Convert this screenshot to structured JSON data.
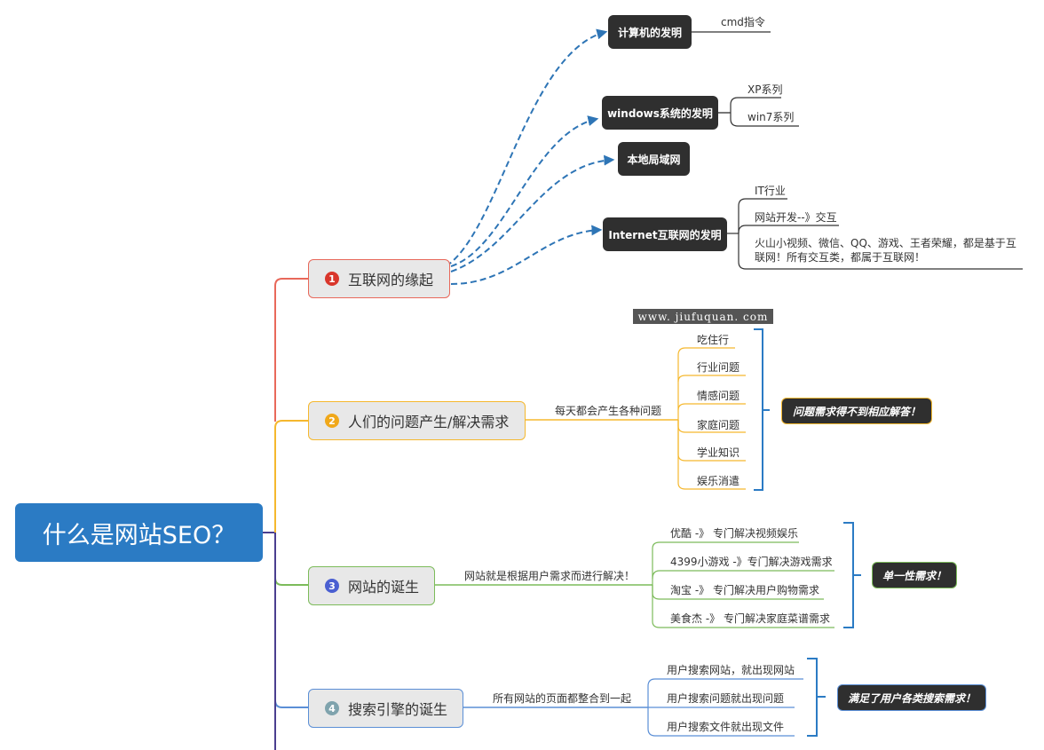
{
  "root": {
    "label": "什么是网站SEO？",
    "color": "#2b7bc4"
  },
  "colors": {
    "branch1": "#e8685a",
    "branch2": "#f5b82e",
    "branch3": "#7cbb5a",
    "branch4": "#5b8fd6",
    "spine": "#4a3f8f",
    "dashed": "#2e75b6",
    "bracket": "#2b7bc4",
    "dark_node": "#2f2f2f"
  },
  "watermark": "www. jiufuquan. com",
  "topics": [
    {
      "number": "1",
      "label": "互联网的缘起",
      "links": [
        {
          "label": "计算机的发明",
          "children": [
            "cmd指令"
          ]
        },
        {
          "label": "windows系统的发明",
          "children": [
            "XP系列",
            "win7系列"
          ]
        },
        {
          "label": "本地局域网",
          "children": []
        },
        {
          "label": "Internet互联网的发明",
          "children": [
            "IT行业",
            "网站开发--》交互",
            "火山小视频、微信、QQ、游戏、王者荣耀，都是基于互联网！所有交互类，都属于互联网！"
          ]
        }
      ]
    },
    {
      "number": "2",
      "label": "人们的问题产生/解决需求",
      "connector": "每天都会产生各种问题",
      "items": [
        "吃住行",
        "行业问题",
        "情感问题",
        "家庭问题",
        "学业知识",
        "娱乐消遣"
      ],
      "summary": "问题需求得不到相应解答！"
    },
    {
      "number": "3",
      "label": "网站的诞生",
      "connector": "网站就是根据用户需求而进行解决！",
      "items": [
        "优酷 -》 专门解决视频娱乐",
        "4399小游戏 -》专门解决游戏需求",
        "淘宝 -》 专门解决用户购物需求",
        "美食杰 -》 专门解决家庭菜谱需求"
      ],
      "summary": "单一性需求！"
    },
    {
      "number": "4",
      "label": "搜索引擎的诞生",
      "connector": "所有网站的页面都整合到一起",
      "items": [
        "用户搜索网站，就出现网站",
        "用户搜索问题就出现问题",
        "用户搜索文件就出现文件"
      ],
      "summary": "满足了用户各类搜索需求！"
    }
  ]
}
